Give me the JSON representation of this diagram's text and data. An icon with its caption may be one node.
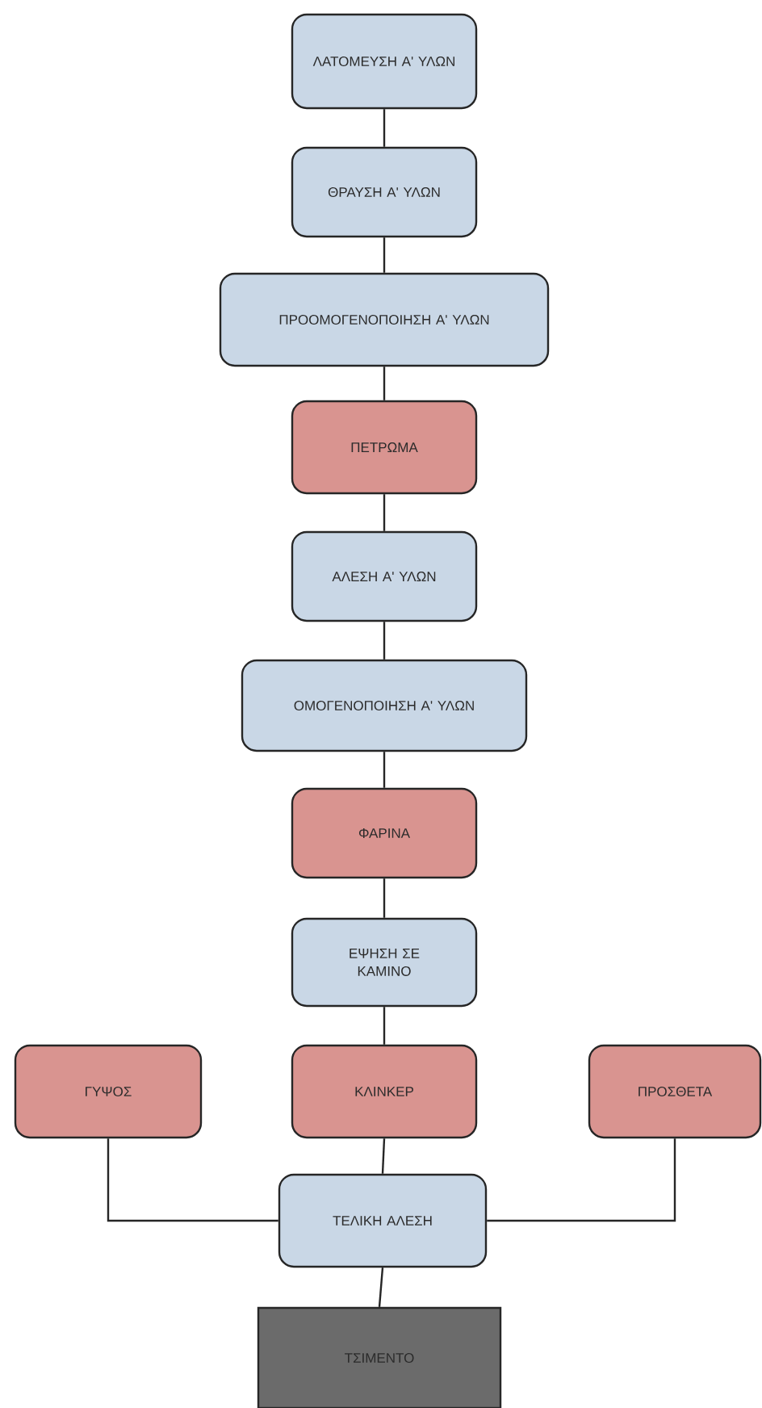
{
  "diagram": {
    "nodes": [
      {
        "text": [
          "ΛΑΤΟΜΕΥΣΗ Α' ΥΛΩΝ"
        ]
      },
      {
        "text": [
          "ΘΡΑΥΣΗ Α' ΥΛΩΝ"
        ]
      },
      {
        "text": [
          "ΠΡΟΟΜΟΓΕΝΟΠΟΙΗΣΗ Α' ΥΛΩΝ"
        ]
      },
      {
        "text": [
          "ΠΕΤΡΩΜΑ"
        ]
      },
      {
        "text": [
          "ΑΛΕΣΗ Α' ΥΛΩΝ"
        ]
      },
      {
        "text": [
          "ΟΜΟΓΕΝΟΠΟΙΗΣΗ Α' ΥΛΩΝ"
        ]
      },
      {
        "text": [
          "ΦΑΡΙΝΑ"
        ]
      },
      {
        "text": [
          "ΕΨΗΣΗ ΣΕ ΚΑΜΙΝΟ"
        ]
      },
      {
        "text": [
          "ΓΥΨΟΣ"
        ]
      },
      {
        "text": [
          "ΚΛΙΝΚΕΡ"
        ]
      },
      {
        "text": [
          "ΠΡΟΣΘΕΤΑ"
        ]
      },
      {
        "text": [
          "ΤΕΛΙΚΗ ΑΛΕΣΗ"
        ]
      },
      {
        "text": [
          "ΤΣΙΜΕΝΤΟ"
        ]
      }
    ],
    "edges": [
      {
        "from": 0,
        "to": 1,
        "arrow": "none"
      },
      {
        "from": 1,
        "to": 2,
        "arrow": "none"
      },
      {
        "from": 2,
        "to": 3,
        "arrow": "none"
      },
      {
        "from": 3,
        "to": 4,
        "arrow": "none"
      },
      {
        "from": 4,
        "to": 5,
        "arrow": "none"
      },
      {
        "from": 5,
        "to": 6,
        "arrow": "none"
      },
      {
        "from": 6,
        "to": 7,
        "arrow": "none"
      },
      {
        "from": 7,
        "to": 9,
        "arrow": "none"
      },
      {
        "from": 8,
        "to": 11,
        "arrow": "none"
      },
      {
        "from": 9,
        "to": 11,
        "arrow": "none"
      },
      {
        "from": 10,
        "to": 11,
        "arrow": "none"
      },
      {
        "from": 11,
        "to": 12,
        "arrow": "none"
      }
    ]
  }
}
